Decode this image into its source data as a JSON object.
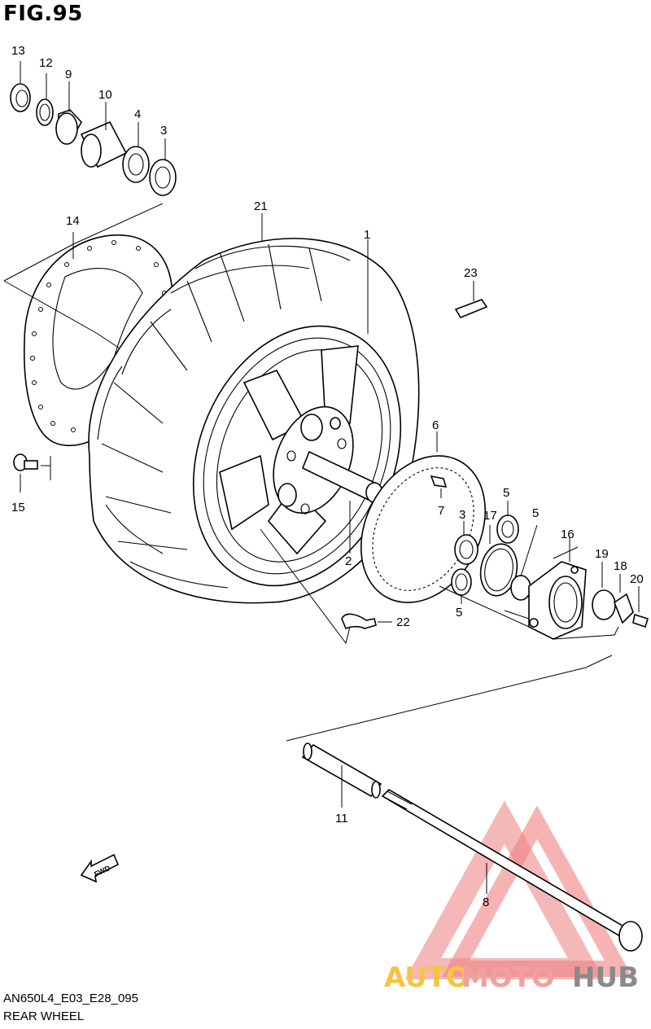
{
  "figure": {
    "title": "FIG.95"
  },
  "footer": {
    "code": "AN650L4_E03_E28_095",
    "caption": "REAR WHEEL"
  },
  "watermark": {
    "text_auto": "AUTO",
    "text_moto": "MOTO",
    "text_hub": "HUB",
    "colors": {
      "accent": "#f0a0a0",
      "yellow": "#f5c542",
      "grey": "#8a8a8a"
    }
  },
  "direction_arrow": {
    "label": "FWD"
  },
  "callouts": [
    {
      "id": "13",
      "label": "13"
    },
    {
      "id": "12",
      "label": "12"
    },
    {
      "id": "9",
      "label": "9"
    },
    {
      "id": "10",
      "label": "10"
    },
    {
      "id": "4",
      "label": "4"
    },
    {
      "id": "3a",
      "label": "3"
    },
    {
      "id": "14",
      "label": "14"
    },
    {
      "id": "21",
      "label": "21"
    },
    {
      "id": "1",
      "label": "1"
    },
    {
      "id": "23",
      "label": "23"
    },
    {
      "id": "15",
      "label": "15"
    },
    {
      "id": "6",
      "label": "6"
    },
    {
      "id": "7",
      "label": "7"
    },
    {
      "id": "2",
      "label": "2"
    },
    {
      "id": "5a",
      "label": "5"
    },
    {
      "id": "3b",
      "label": "3"
    },
    {
      "id": "17",
      "label": "17"
    },
    {
      "id": "5b",
      "label": "5"
    },
    {
      "id": "16",
      "label": "16"
    },
    {
      "id": "19",
      "label": "19"
    },
    {
      "id": "18",
      "label": "18"
    },
    {
      "id": "20",
      "label": "20"
    },
    {
      "id": "5c",
      "label": "5"
    },
    {
      "id": "22",
      "label": "22"
    },
    {
      "id": "11",
      "label": "11"
    },
    {
      "id": "8",
      "label": "8"
    }
  ]
}
